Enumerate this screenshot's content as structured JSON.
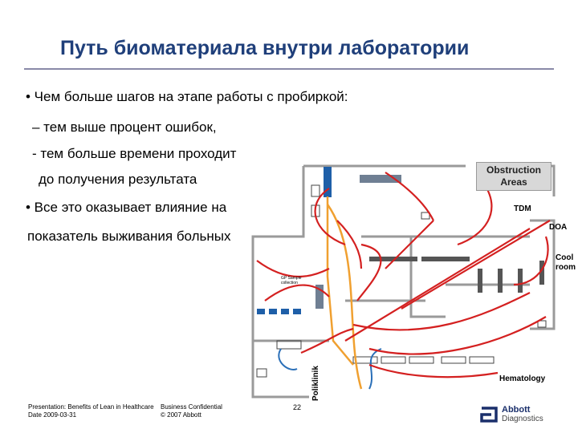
{
  "slide": {
    "title": "Путь биоматериала внутри лаборатории",
    "bullets": [
      "• Чем больше шагов на этапе работы с пробиркой:",
      "– тем выше процент ошибок,",
      "- тем больше времени проходит",
      "до получения результата",
      "• Все это оказывает влияние на",
      "показатель выживания больных"
    ]
  },
  "plan": {
    "obstruction_label_line1": "Obstruction",
    "obstruction_label_line2": "Areas",
    "tdm": "TDM",
    "doa": "DOA",
    "cool_room_line1": "Cool",
    "cool_room_line2": "room",
    "hematology": "Hematology",
    "poliklinik": "Poliklinik",
    "gp_sample": "GP Sample",
    "collection": "collection"
  },
  "footer": {
    "presentation": "Presentation: Benefits of Lean in Healthcare",
    "date": "Date 2009-03-31",
    "confidential": "Business Confidential",
    "copyright": "© 2007 Abbott",
    "page": "22"
  },
  "logo": {
    "brand": "Abbott",
    "sub": "Diagnostics"
  },
  "colors": {
    "title": "#1f3f7a",
    "red_path": "#d42020",
    "orange_path": "#f0a030",
    "blue_path": "#2a6fb8",
    "equipment_blue": "#1e5fa8"
  }
}
